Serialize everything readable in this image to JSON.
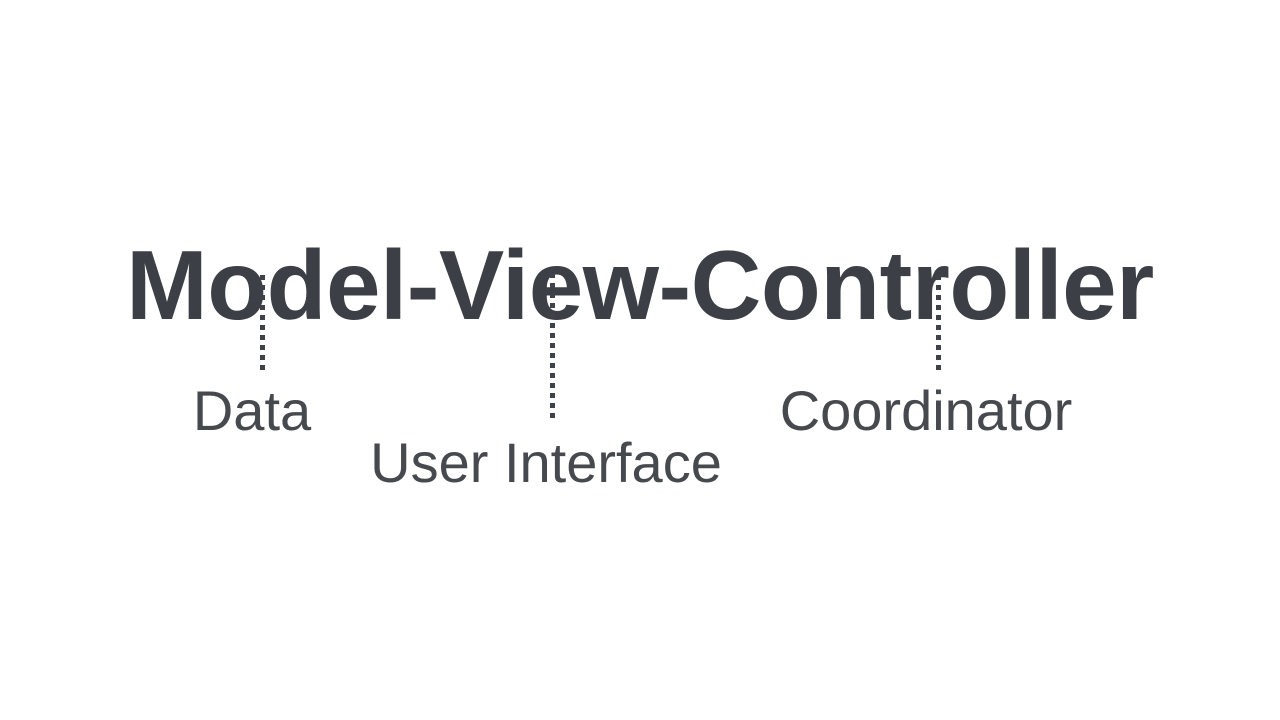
{
  "slide": {
    "background": "#ffffff",
    "title": {
      "text": "Model-View-Controller",
      "color": "#3c4046"
    },
    "connector_color": "#3f4349",
    "label_color": "#46494e",
    "annotations": [
      {
        "connects_word": "Model",
        "label": "Data"
      },
      {
        "connects_word": "View",
        "label": "User Interface"
      },
      {
        "connects_word": "Controller",
        "label": "Coordinator"
      }
    ]
  }
}
